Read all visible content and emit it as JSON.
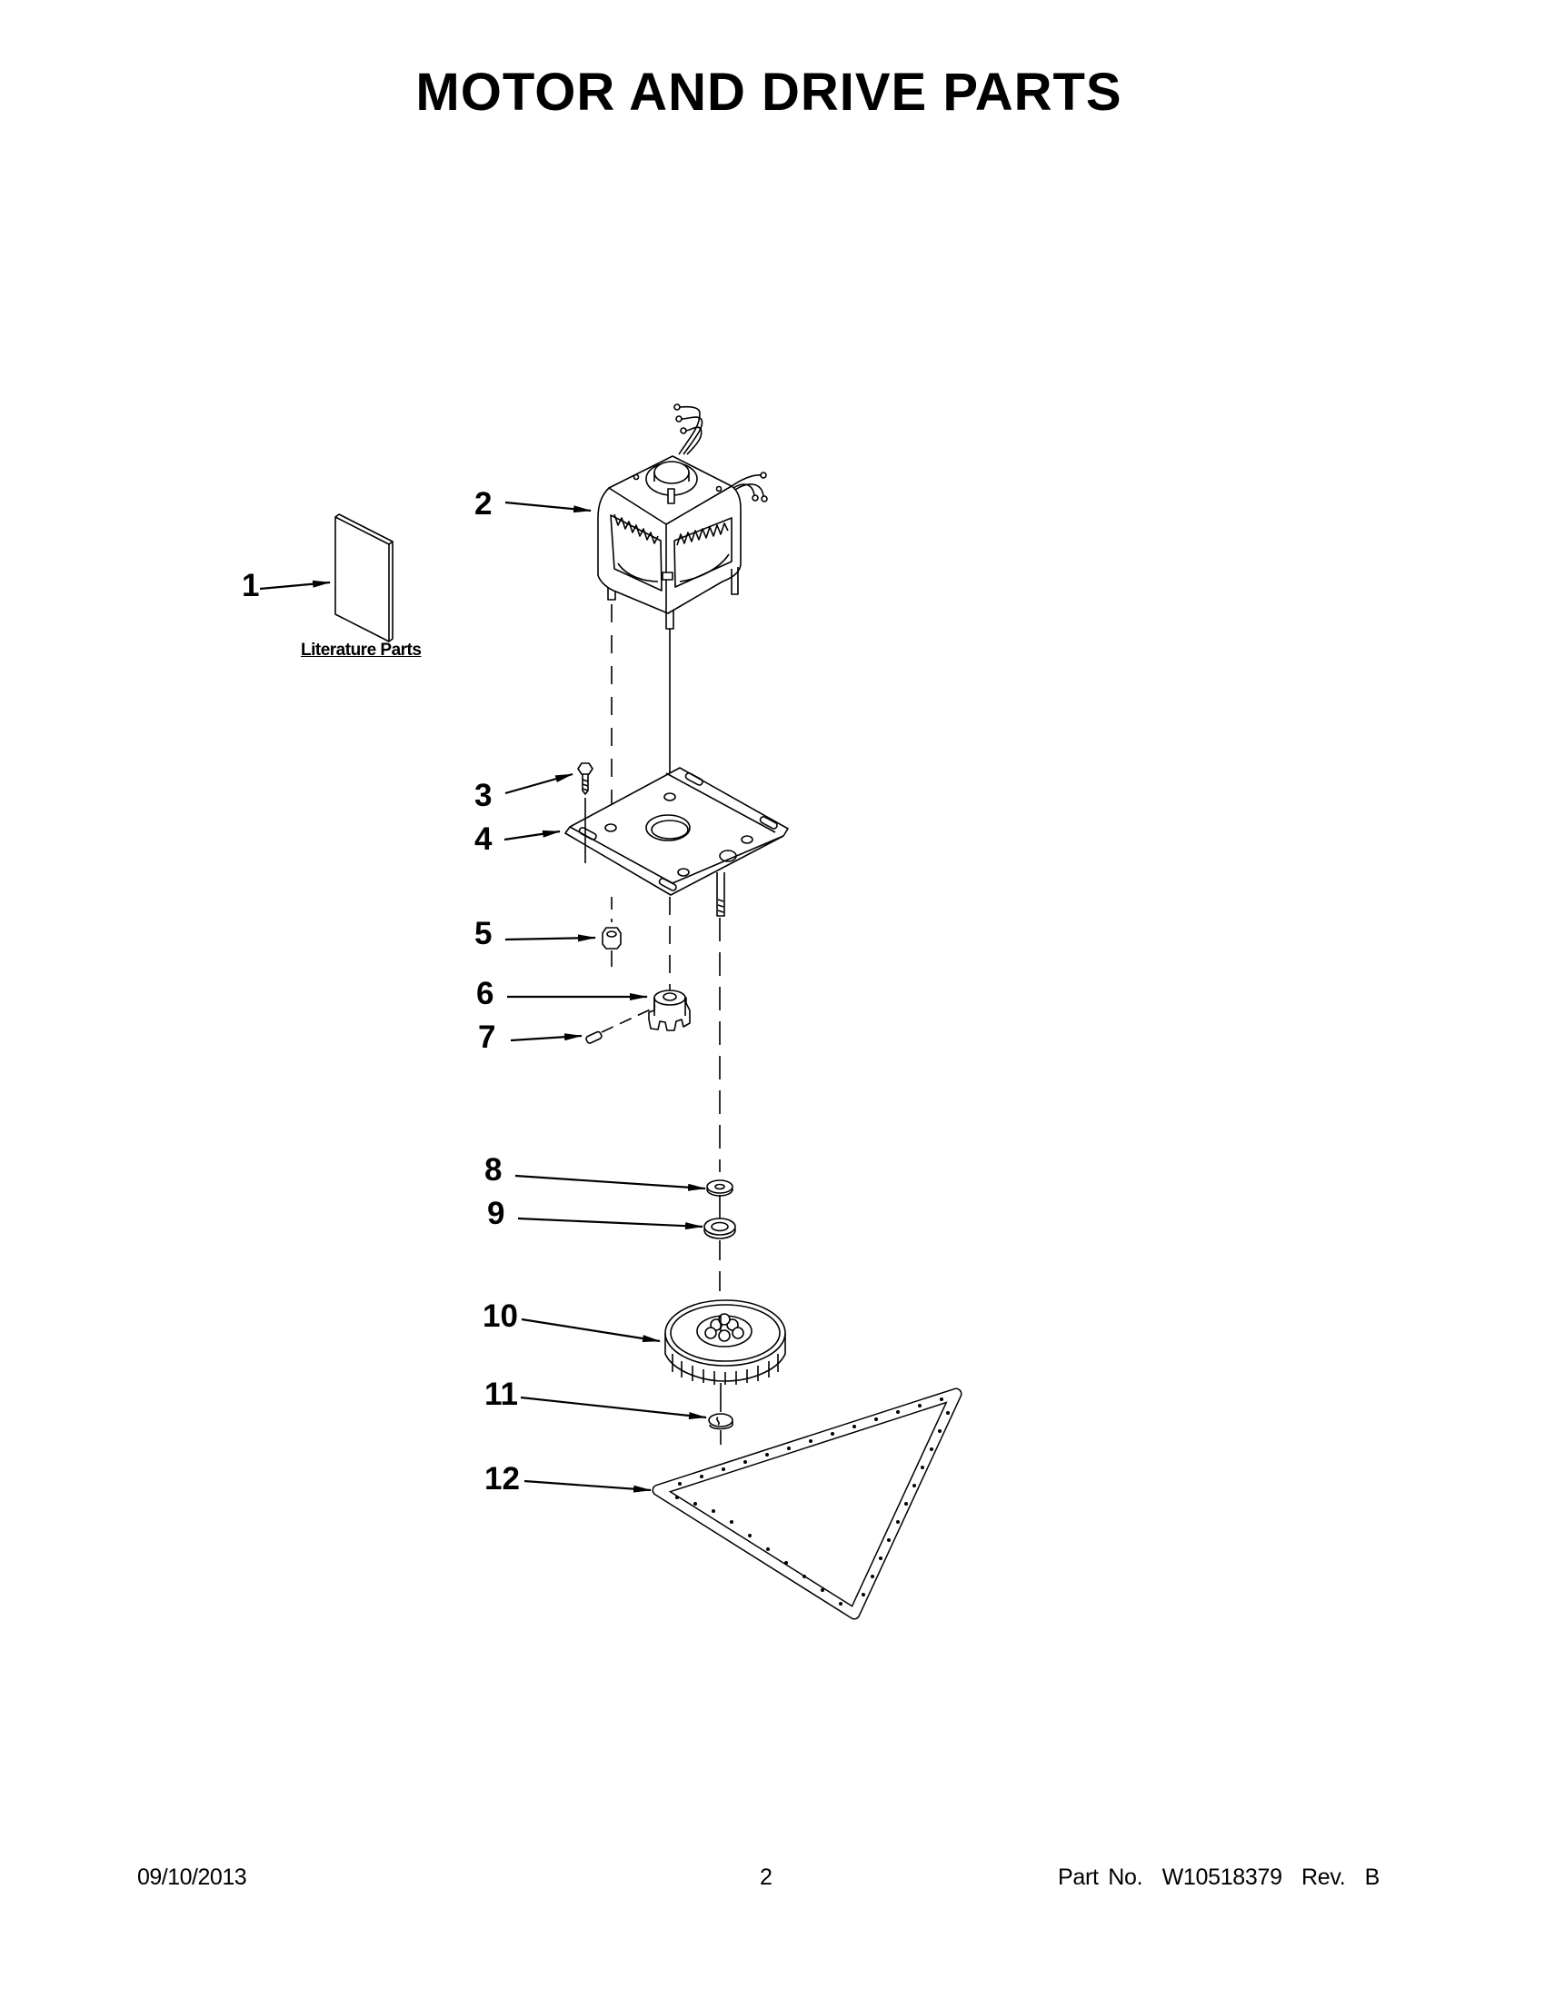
{
  "page": {
    "title": "MOTOR AND DRIVE PARTS"
  },
  "literature": {
    "label": "Literature Parts"
  },
  "callouts": [
    {
      "number": "1",
      "part": "literature-book"
    },
    {
      "number": "2",
      "part": "motor"
    },
    {
      "number": "3",
      "part": "screw"
    },
    {
      "number": "4",
      "part": "motor-bracket"
    },
    {
      "number": "5",
      "part": "nut"
    },
    {
      "number": "6",
      "part": "pinion-gear"
    },
    {
      "number": "7",
      "part": "set-screw-pin"
    },
    {
      "number": "8",
      "part": "washer-small"
    },
    {
      "number": "9",
      "part": "washer-large"
    },
    {
      "number": "10",
      "part": "drive-gear"
    },
    {
      "number": "11",
      "part": "e-ring"
    },
    {
      "number": "12",
      "part": "drive-chain"
    }
  ],
  "footer": {
    "date": "09/10/2013",
    "page_number": "2",
    "part_no": "Part No.  W10518379  Rev.  B"
  },
  "colors": {
    "ink": "#000000",
    "paper": "#ffffff"
  }
}
